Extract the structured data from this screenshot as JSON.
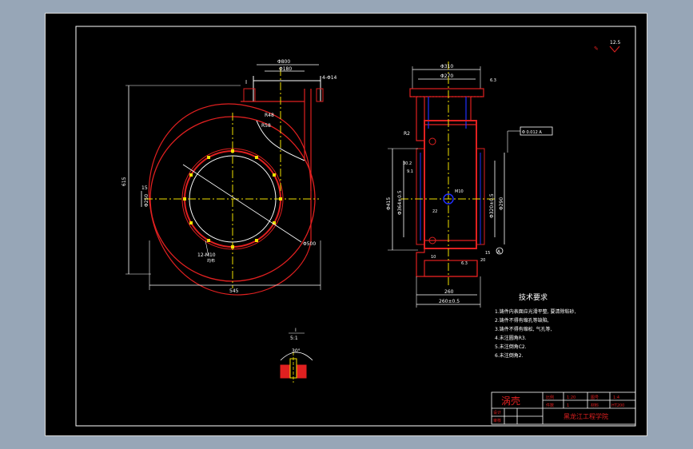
{
  "colors": {
    "background": "#97a6b7",
    "sheet": "#000000",
    "outline": "#ffffff",
    "part": "#e02020",
    "dim": "#ffffff",
    "centerline": "#f0e000",
    "hidden": "#2030ff"
  },
  "front_view": {
    "dims": {
      "outlet_width": "Φ800",
      "outlet_inner": "Φ180",
      "hole_note": "4-Φ14",
      "flange_label": "I",
      "r48": "R48",
      "r58": "R58",
      "height": "615",
      "left_15": "15",
      "left_250": "Φ250",
      "bolt_note": "12-M10",
      "bolt_sub": "均布",
      "outer_dia": "Φ500",
      "width": "545"
    }
  },
  "side_view": {
    "dims": {
      "top_310": "Φ310",
      "top_270": "Φ270",
      "roughness_top": "6.3",
      "r2": "R2",
      "d30": "30.2",
      "d9": "9.1",
      "tol": "Φ 0.012 A",
      "h415": "Φ415",
      "h364": "Φ364±0.5",
      "m10": "M10",
      "v320": "Φ320±0.5",
      "v290": "Φ290",
      "d22": "22",
      "r10": "10",
      "r15": "15",
      "r20": "20",
      "b260a": "260",
      "b260b": "260±0.5",
      "datum": "A",
      "roughness_b": "6.3"
    }
  },
  "detail": {
    "label": "I",
    "scale": "5:1",
    "angle": "30°"
  },
  "corner_mark": "12.5",
  "tech_req": {
    "title": "技术要求",
    "items": [
      "1.铸件内表面应光滑平整, 要清除粘砂,",
      "2.铸件不得有缩孔等缺陷,",
      "3.铸件不得有缩松, 气孔等,",
      "4.未注圆角R3.",
      "5.未注倒角C2.",
      "6.未注倒角2."
    ]
  },
  "title_block": {
    "part_name": "涡壳",
    "cells": [
      "比例",
      "1:20",
      "图号",
      "1:4"
    ],
    "row2": [
      "件数",
      "1",
      "材料",
      "HT200"
    ],
    "designer_label": "设计",
    "checker_label": "审核",
    "school": "黑龙江工程学院"
  }
}
